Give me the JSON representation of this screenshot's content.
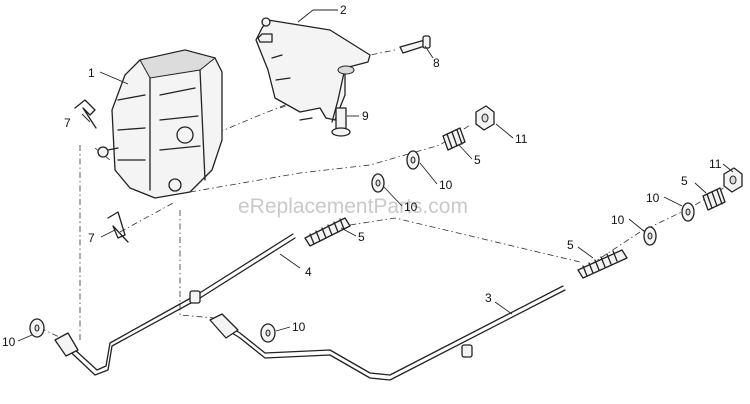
{
  "watermark": "eReplacementParts.com",
  "callouts": [
    {
      "id": "c1",
      "text": "1"
    },
    {
      "id": "c2",
      "text": "2"
    },
    {
      "id": "c3",
      "text": "3"
    },
    {
      "id": "c4",
      "text": "4"
    },
    {
      "id": "c5a",
      "text": "5"
    },
    {
      "id": "c5b",
      "text": "5"
    },
    {
      "id": "c5c",
      "text": "5"
    },
    {
      "id": "c5d",
      "text": "5"
    },
    {
      "id": "c7a",
      "text": "7"
    },
    {
      "id": "c7b",
      "text": "7"
    },
    {
      "id": "c8",
      "text": "8"
    },
    {
      "id": "c9",
      "text": "9"
    },
    {
      "id": "c10a",
      "text": "10"
    },
    {
      "id": "c10b",
      "text": "10"
    },
    {
      "id": "c10c",
      "text": "10"
    },
    {
      "id": "c10d",
      "text": "10"
    },
    {
      "id": "c10e",
      "text": "10"
    },
    {
      "id": "c10f",
      "text": "10"
    },
    {
      "id": "c11a",
      "text": "11"
    },
    {
      "id": "c11b",
      "text": "11"
    }
  ]
}
